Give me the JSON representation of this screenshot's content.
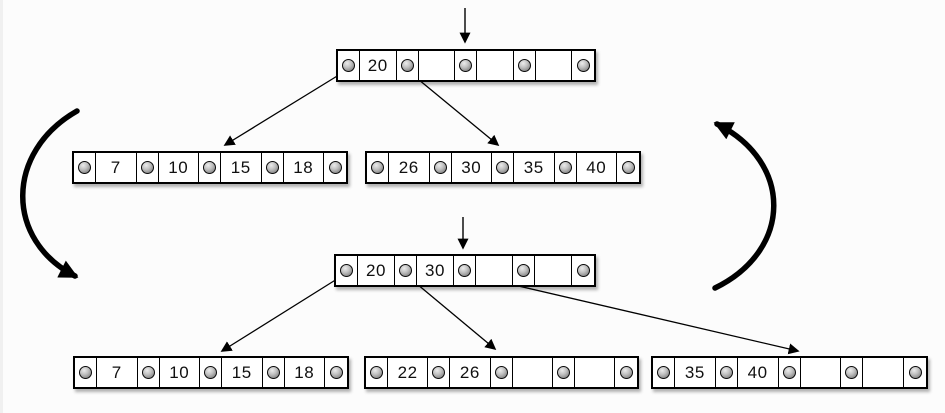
{
  "palette": {
    "background": "#fcfcfc",
    "node_fill": "#ffffff",
    "line": "#000000",
    "pointer_dot": "#939393",
    "shadow": "rgba(0,0,0,0.30)"
  },
  "before": {
    "root": {
      "keys": [
        "20",
        "",
        "",
        ""
      ]
    },
    "children": [
      {
        "keys": [
          "7",
          "10",
          "15",
          "18"
        ]
      },
      {
        "keys": [
          "26",
          "30",
          "35",
          "40"
        ]
      }
    ]
  },
  "after": {
    "root": {
      "keys": [
        "20",
        "30",
        "",
        ""
      ]
    },
    "children": [
      {
        "keys": [
          "7",
          "10",
          "15",
          "18"
        ]
      },
      {
        "keys": [
          "22",
          "26",
          "",
          ""
        ]
      },
      {
        "keys": [
          "35",
          "40",
          "",
          ""
        ]
      }
    ]
  }
}
